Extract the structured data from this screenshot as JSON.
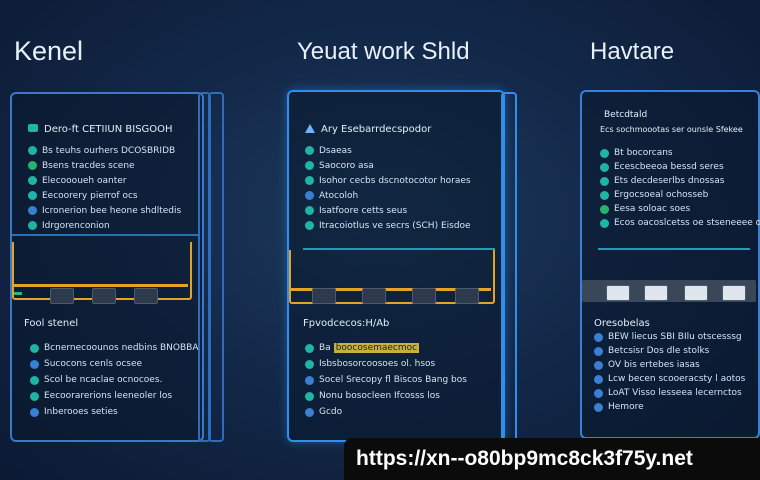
{
  "headings": {
    "left": "Kenel",
    "middle": "Yeuat work Shld",
    "right": "Havtare"
  },
  "left_panel": {
    "title": "Dero-ft CETIIUN BISGOOH",
    "items": [
      {
        "icon": "teal",
        "text": "Bs teuhs ourhers DCOSBRIDB"
      },
      {
        "icon": "green",
        "text": "Bsens tracdes scene"
      },
      {
        "icon": "teal",
        "text": "Elecoooueh oanter"
      },
      {
        "icon": "teal",
        "text": "Eecoorery pierrof ocs"
      },
      {
        "icon": "blue",
        "text": "Icronerion bee heone shdltedis"
      },
      {
        "icon": "teal",
        "text": "Idrgorenconion"
      }
    ],
    "bottom_title": "Fool stenel",
    "bottom_items": [
      {
        "icon": "teal",
        "text": "Bcnernecoounos nedbins BNOBBA"
      },
      {
        "icon": "blue",
        "text": "Sucocons cenls ocsee"
      },
      {
        "icon": "teal",
        "text": "Scol be ncaclae ocnocoes."
      },
      {
        "icon": "teal",
        "text": "Eecoorarerions leeneoler los"
      },
      {
        "icon": "blue",
        "text": "Inberooes seties"
      }
    ]
  },
  "middle_panel": {
    "title": "Ary Esebarrdecspodor",
    "items": [
      {
        "icon": "teal",
        "text": "Dsaeas"
      },
      {
        "icon": "teal",
        "text": "Saocoro asa"
      },
      {
        "icon": "teal",
        "text": "Isohor cecbs dscnotocotor horaes"
      },
      {
        "icon": "blue",
        "text": "Atocoloh"
      },
      {
        "icon": "teal",
        "text": "Isatfoore cetts seus"
      },
      {
        "icon": "teal",
        "text": "Itracoiotlus ve secrs (SCH) Eisdoe"
      }
    ],
    "bottom_title": "Fpvodcecos:H/Ab",
    "bottom_items": [
      {
        "icon": "teal",
        "text": "Ba",
        "hl": "boocosemaecmoc"
      },
      {
        "icon": "teal",
        "text": "Isbsbosorcoosoes ol. hsos"
      },
      {
        "icon": "blue",
        "text": "Socel Srecopy fl Biscos Bang bos"
      },
      {
        "icon": "teal",
        "text": "Nonu bosocleen Ifcosss los"
      },
      {
        "icon": "blue",
        "text": "Gcdo"
      }
    ]
  },
  "right_panel": {
    "title": "Betcdtald",
    "subtitle": "Ecs sochmoootas ser ounsle Sfekee",
    "items": [
      {
        "icon": "teal",
        "text": "Bt bocorcans"
      },
      {
        "icon": "teal",
        "text": "Ecescbeeoa bessd seres"
      },
      {
        "icon": "teal",
        "text": "Ets decdeserlbs dnossas"
      },
      {
        "icon": "teal",
        "text": "Ergocsoeal ochosseb"
      },
      {
        "icon": "green",
        "text": "Eesa soloac soes"
      },
      {
        "icon": "teal",
        "text": "Ecos oacoslcetss oe stseneeee ons"
      }
    ],
    "bottom_title": "Oresobelas",
    "bottom_items": [
      {
        "icon": "blue",
        "text": "BEW liecus SBI BIlu otscesssg"
      },
      {
        "icon": "blue",
        "text": "Betcsisr Dos dle stolks"
      },
      {
        "icon": "blue",
        "text": "OV bis ertebes iasas"
      },
      {
        "icon": "blue",
        "text": "Lcw becen scooeracsty l aotos"
      },
      {
        "icon": "blue",
        "text": "LoAT Visso lesseea lecernctos"
      },
      {
        "icon": "blue",
        "text": "Hemore"
      }
    ]
  },
  "url": "https://xn--o80bp9mc8ck3f75y.net",
  "colors": {
    "accent": "#2f8ff0",
    "rail": "#e0a526",
    "teal": "#1fb5a6",
    "background": "#13294a"
  }
}
